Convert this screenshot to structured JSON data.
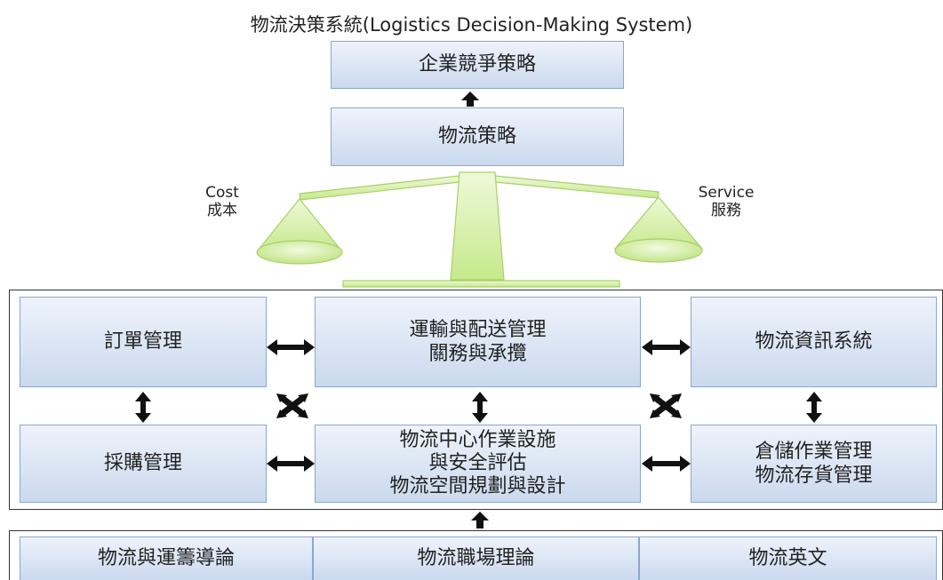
{
  "title": "物流決策系統(Logistics Decision-Making System)",
  "top": {
    "competitive": "企業競爭策略",
    "logistics": "物流策略"
  },
  "scale": {
    "left": {
      "en": "Cost",
      "zh": "成本"
    },
    "right": {
      "en": "Service",
      "zh": "服務"
    },
    "color": "#d6f0a8"
  },
  "grid": {
    "order": "訂單管理",
    "transport": [
      "運輸與配送管理",
      "關務與承攬"
    ],
    "info": "物流資訊系統",
    "purchase": "採購管理",
    "center": [
      "物流中心作業設施",
      "與安全評估",
      "物流空間規劃與設計"
    ],
    "warehouse": [
      "倉儲作業管理",
      "物流存貨管理"
    ]
  },
  "bottom": [
    "物流與運籌導論",
    "物流職場理論",
    "物流英文"
  ],
  "colors": {
    "box_border": "#8aa7cf",
    "box_top": "#eef3fb",
    "box_bottom": "#cad9ee",
    "arrow": "#111111"
  }
}
